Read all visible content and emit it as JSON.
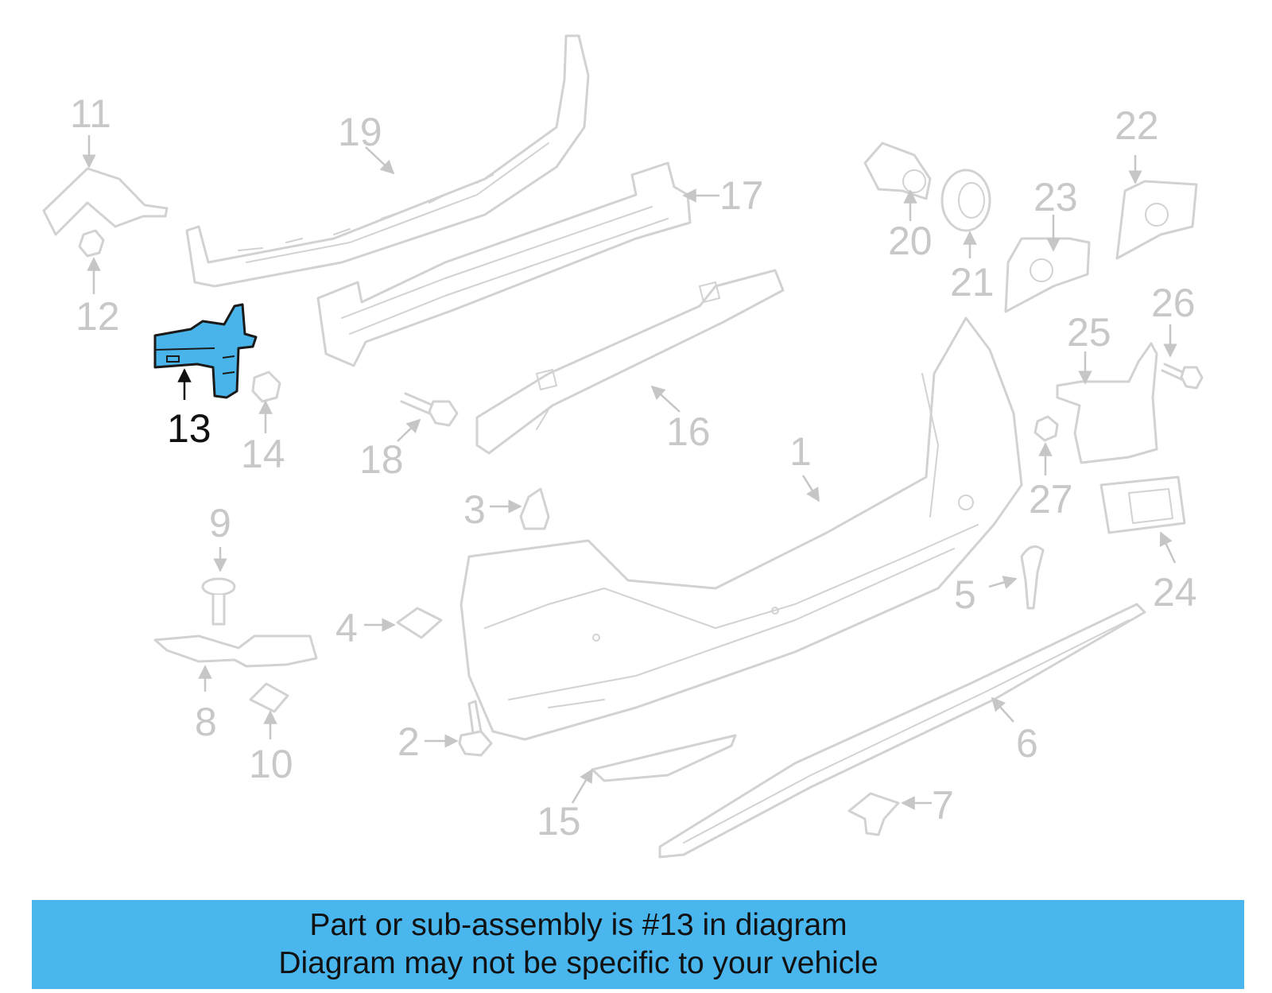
{
  "diagram": {
    "highlighted_part": "13",
    "callouts": [
      "1",
      "2",
      "3",
      "4",
      "5",
      "6",
      "7",
      "8",
      "9",
      "10",
      "11",
      "12",
      "13",
      "14",
      "15",
      "16",
      "17",
      "18",
      "19",
      "20",
      "21",
      "22",
      "23",
      "24",
      "25",
      "26",
      "27"
    ],
    "colors": {
      "highlight": "#49b4ea",
      "banner": "#49b6ee",
      "line_art": "#d2d2d2"
    }
  },
  "banner": {
    "line1": "Part or sub-assembly is #13 in diagram",
    "line2": "Diagram may not be specific to your vehicle"
  }
}
